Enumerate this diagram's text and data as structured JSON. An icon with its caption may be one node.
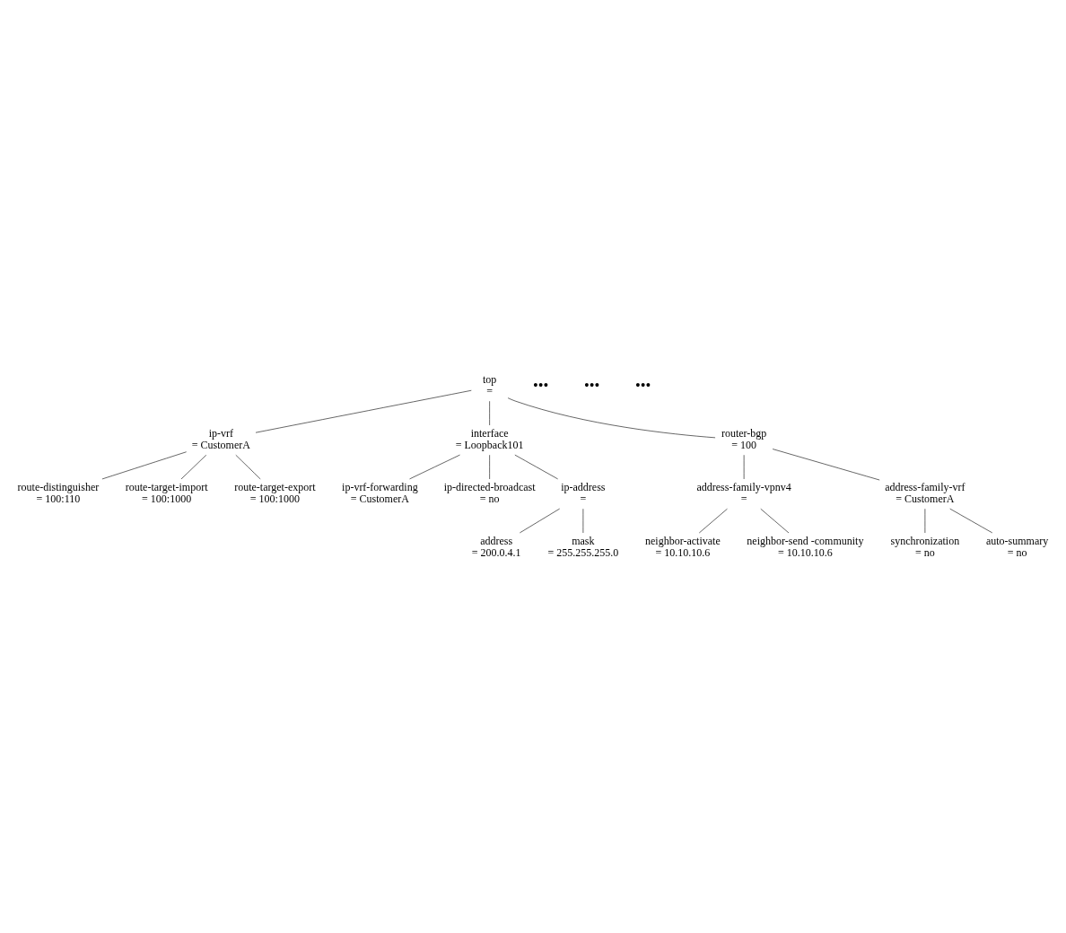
{
  "diagram": {
    "nodes": [
      {
        "text": [
          "top",
          "="
        ]
      },
      {
        "text": [
          "ip-vrf",
          "= CustomerA"
        ]
      },
      {
        "text": [
          "interface",
          "= Loopback101"
        ]
      },
      {
        "text": [
          "router-bgp",
          "= 100"
        ]
      },
      {
        "text": [
          "route-distinguisher",
          "= 100:110"
        ]
      },
      {
        "text": [
          "route-target-import",
          "= 100:1000"
        ]
      },
      {
        "text": [
          "route-target-export",
          "= 100:1000"
        ]
      },
      {
        "text": [
          "ip-vrf-forwarding",
          "= CustomerA"
        ]
      },
      {
        "text": [
          "ip-directed-broadcast",
          "= no"
        ]
      },
      {
        "text": [
          "ip-address",
          "="
        ]
      },
      {
        "text": [
          "address",
          "= 200.0.4.1"
        ]
      },
      {
        "text": [
          "mask",
          "= 255.255.255.0"
        ]
      },
      {
        "text": [
          "address-family-vpnv4",
          "="
        ]
      },
      {
        "text": [
          "neighbor-activate",
          "= 10.10.10.6"
        ]
      },
      {
        "text": [
          "neighbor-send -community",
          "= 10.10.10.6"
        ]
      },
      {
        "text": [
          "address-family-vrf",
          "= CustomerA"
        ]
      },
      {
        "text": [
          "synchronization",
          "= no"
        ]
      },
      {
        "text": [
          "auto-summary",
          "= no"
        ]
      }
    ],
    "edges": [
      {
        "from": 0,
        "to": 1,
        "arrow": "none"
      },
      {
        "from": 0,
        "to": 2,
        "arrow": "none"
      },
      {
        "from": 0,
        "to": 3,
        "arrow": "none"
      },
      {
        "from": 1,
        "to": 4,
        "arrow": "none"
      },
      {
        "from": 1,
        "to": 5,
        "arrow": "none"
      },
      {
        "from": 1,
        "to": 6,
        "arrow": "none"
      },
      {
        "from": 2,
        "to": 7,
        "arrow": "none"
      },
      {
        "from": 2,
        "to": 8,
        "arrow": "none"
      },
      {
        "from": 2,
        "to": 9,
        "arrow": "none"
      },
      {
        "from": 9,
        "to": 10,
        "arrow": "none"
      },
      {
        "from": 9,
        "to": 11,
        "arrow": "none"
      },
      {
        "from": 3,
        "to": 12,
        "arrow": "none"
      },
      {
        "from": 12,
        "to": 13,
        "arrow": "none"
      },
      {
        "from": 12,
        "to": 14,
        "arrow": "none"
      },
      {
        "from": 3,
        "to": 15,
        "arrow": "none"
      },
      {
        "from": 15,
        "to": 16,
        "arrow": "none"
      },
      {
        "from": 15,
        "to": 17,
        "arrow": "none"
      }
    ],
    "labels": [
      "•••",
      "•••",
      "•••"
    ]
  }
}
